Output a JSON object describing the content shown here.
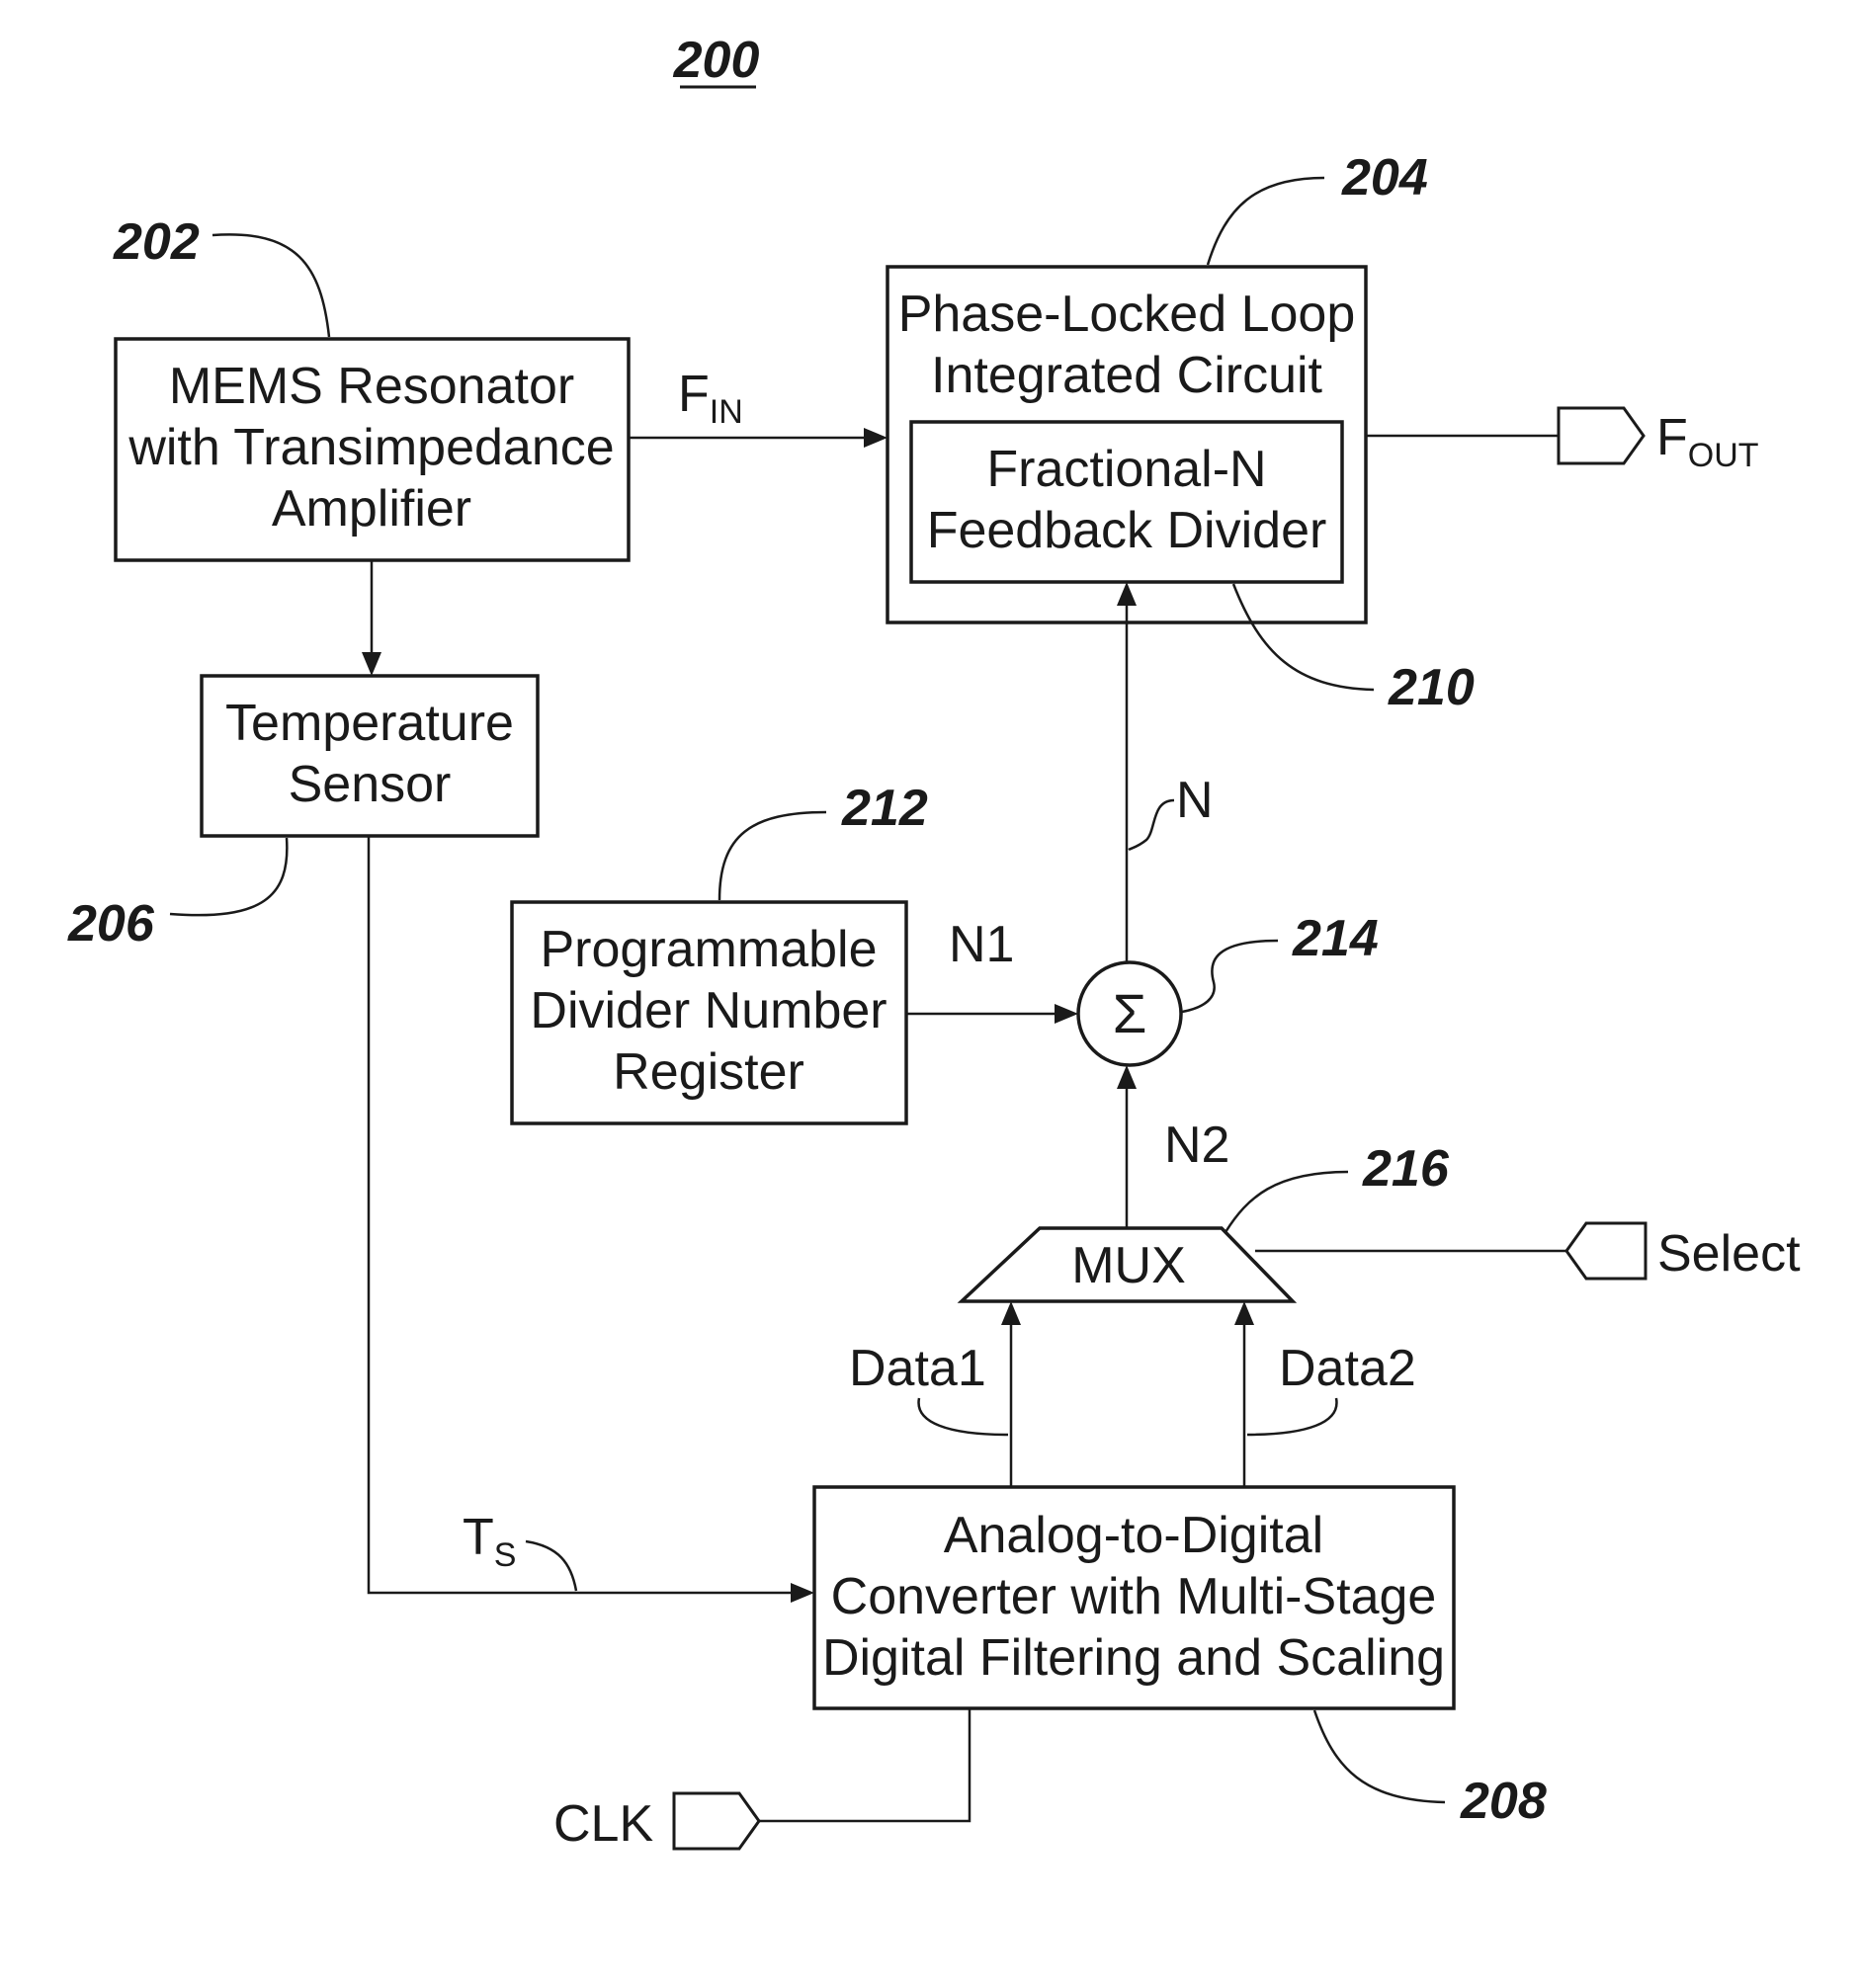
{
  "figure_number": "200",
  "blocks": {
    "mems": {
      "ref": "202",
      "lines": [
        "MEMS Resonator",
        "with Transimpedance",
        "Amplifier"
      ]
    },
    "pll": {
      "ref": "204",
      "lines": [
        "Phase-Locked Loop",
        "Integrated Circuit"
      ]
    },
    "divider": {
      "ref": "210",
      "lines": [
        "Fractional-N",
        "Feedback Divider"
      ]
    },
    "temp": {
      "ref": "206",
      "lines": [
        "Temperature",
        "Sensor"
      ]
    },
    "register": {
      "ref": "212",
      "lines": [
        "Programmable",
        "Divider Number",
        "Register"
      ]
    },
    "sum": {
      "ref": "214",
      "symbol": "Σ"
    },
    "mux": {
      "ref": "216",
      "label": "MUX"
    },
    "adc": {
      "ref": "208",
      "lines": [
        "Analog-to-Digital",
        "Converter with Multi-Stage",
        "Digital Filtering and Scaling"
      ]
    }
  },
  "signals": {
    "fin": {
      "main": "F",
      "sub": "IN"
    },
    "fout": {
      "main": "F",
      "sub": "OUT"
    },
    "ts": {
      "main": "T",
      "sub": "S"
    },
    "n": "N",
    "n1": "N1",
    "n2": "N2",
    "data1": "Data1",
    "data2": "Data2",
    "select": "Select",
    "clk": "CLK"
  }
}
